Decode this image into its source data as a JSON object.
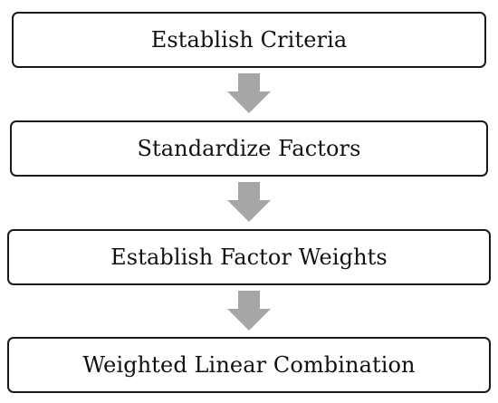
{
  "flowchart": {
    "steps": [
      {
        "label": "Establish Criteria"
      },
      {
        "label": "Standardize Factors"
      },
      {
        "label": "Establish Factor Weights"
      },
      {
        "label": "Weighted Linear Combination"
      }
    ],
    "arrow_color": "#a6a6a6",
    "border_color": "#1a1a1a"
  }
}
